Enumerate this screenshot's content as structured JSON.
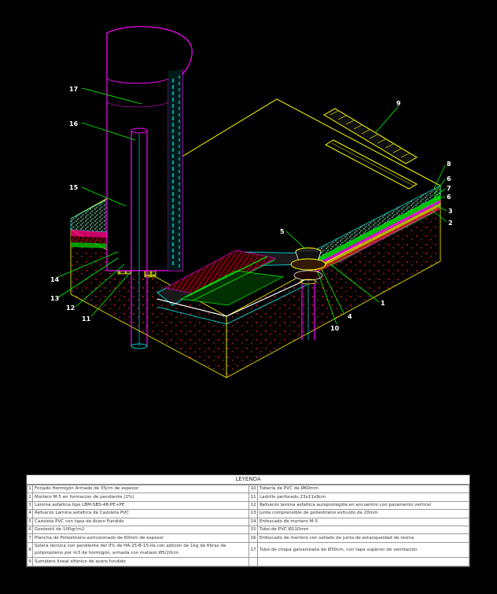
{
  "labels": [
    "17",
    "16",
    "15",
    "14",
    "13",
    "12",
    "11",
    "5",
    "10",
    "4",
    "1",
    "2",
    "3",
    "6",
    "7",
    "8",
    "9"
  ],
  "legend": {
    "title": "LEYENDA",
    "left": [
      {
        "n": "1",
        "t": "Forjado Hormigón Armado de 35cm de espesor"
      },
      {
        "n": "2",
        "t": "Mortero M-5 en formacion de pendiente (2%)"
      },
      {
        "n": "3",
        "t": "Lámina asfaltica tipo LBM-SBS-48-PE+PE"
      },
      {
        "n": "4",
        "t": "Refuerzo Lamina asfaltica de Cazoleta PVC"
      },
      {
        "n": "5",
        "t": "Cazoleta PVC con tapa de Acero Fundido"
      },
      {
        "n": "6",
        "t": "Geotextil de 100gr/m2"
      },
      {
        "n": "7",
        "t": "Plancha de Poliestireno extruisonado de 60mm de espesor"
      },
      {
        "n": "8",
        "t": "Solera técnica con pendiente del 0% de HA-25-B-15-IIa con adición de 1kg de fibras de polipropileno por m3 de hormigón, armada con mallazo Ø5/20cm"
      },
      {
        "n": "9",
        "t": "Sumidero lineal sifónico de acero fundido"
      }
    ],
    "right": [
      {
        "n": "10",
        "t": "Tubería de PVC de Ø60mm"
      },
      {
        "n": "11",
        "t": "Ladrillo perforado 23x11x9cm"
      },
      {
        "n": "12",
        "t": "Refuerzo lamina asfaltica autoprotegida en encuentro con paramento vertical"
      },
      {
        "n": "13",
        "t": "Junta comprensible de poliestireno extruido de 20mm"
      },
      {
        "n": "14",
        "t": "Enfoscado de mortero M-5"
      },
      {
        "n": "15",
        "t": "Tubo de PVC Ø110mm"
      },
      {
        "n": "16",
        "t": "Enfoscado de mortero con sellado de junta de estanqueidad de resina"
      },
      {
        "n": "17",
        "t": "Tubo de chapa galvanizada de Ø30cm, con tapa superior de ventilación"
      }
    ]
  },
  "colors": {
    "background": "#000000",
    "slab_outline": "#ffff00",
    "pipe": "#ff00ff",
    "leader": "#00ff00",
    "concrete_dots": "#ff2020",
    "screed": "#00ffff"
  }
}
